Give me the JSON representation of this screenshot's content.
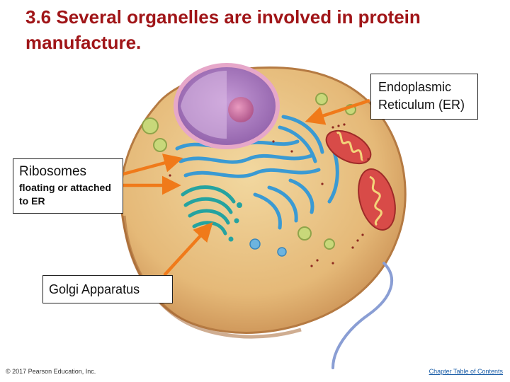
{
  "slide": {
    "title": "3.6 Several organelles are involved in protein manufacture."
  },
  "labels": {
    "er": "Endoplasmic Reticulum (ER)",
    "ribosomes_title": "Ribosomes",
    "ribosomes_subtitle": "floating or attached to ER",
    "golgi": "Golgi Apparatus"
  },
  "footer": {
    "copyright": "© 2017 Pearson Education, Inc.",
    "link": "Chapter Table of Contents"
  },
  "colors": {
    "title": "#A01518",
    "arrow": "#F07A1A",
    "cytoplasm": "#E8C07E",
    "membrane": "#CC8B54",
    "nucleus": "#B98BC7",
    "er": "#3A9AD3",
    "golgi": "#25A3A0",
    "mitochondria": "#D84B48"
  }
}
